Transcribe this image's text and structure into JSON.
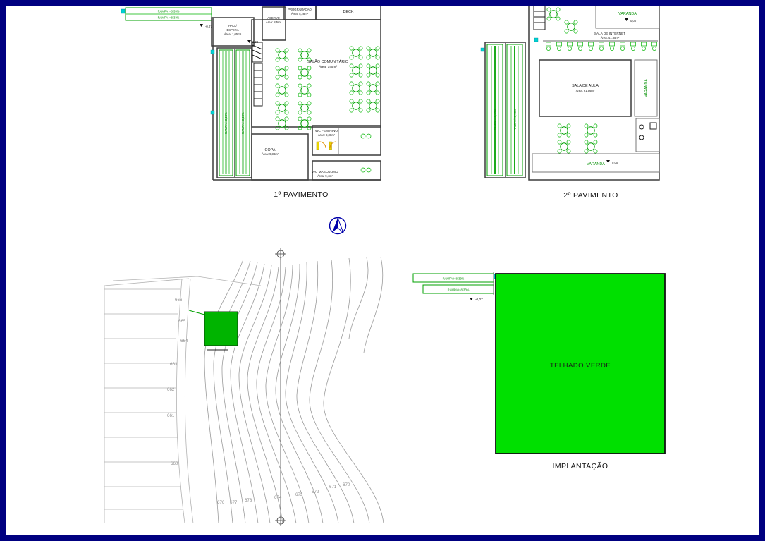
{
  "floor1": {
    "title": "1º PAVIMENTO",
    "salao_label": "SALÃO COMUNITÁRIO",
    "salao_area": "Área: 145m²",
    "copa_label": "COPA",
    "copa_area": "Área: 9,38m²",
    "wc_fem_label": "WC FEMININO",
    "wc_fem_area": "Área: 9,38m²",
    "wc_masc_label": "WC MASCULINO",
    "wc_masc_area": "Área: 9,4m²",
    "deck_label": "DECK",
    "deck_espera_l1": "HALL/",
    "deck_espera_l2": "ESPERA",
    "deck_espera_area": "Área: 1,05m²",
    "prog_label": "PROGRAMAÇÃO",
    "prog_area": "Área: 5,28m²",
    "analise_l1": "ACERVO",
    "analise_area": "Área: 8,5m²",
    "rampa_top_l1": "RAMPA i=8,33%",
    "rampa_top_l2": "RAMPA i=8,33%",
    "rampa_left_label": "RAMPA i=8,33%",
    "level_entrance": "-0,07",
    "level_hall": "0,00"
  },
  "floor2": {
    "title": "2º PAVIMENTO",
    "varanda_top": "VARANDA",
    "varanda_right": "VARANDA",
    "varanda_bottom": "VARANDA",
    "internet_label": "SALA DE INTERNET",
    "internet_area": "Área: 41,85m²",
    "aula_label": "SALA DE AULA",
    "aula_area": "Área: 61,56m²",
    "rampa_label": "RAMPA i=8,33%",
    "level_top": "0,00",
    "level_bottom": "0,00"
  },
  "site": {
    "contours_left": [
      "666",
      "665",
      "664",
      "663",
      "662",
      "661",
      "660"
    ],
    "contours_bottom": [
      "676",
      "677",
      "678",
      "674",
      "673",
      "672",
      "671",
      "670"
    ]
  },
  "implant": {
    "title": "IMPLANTAÇÃO",
    "roof_label": "TELHADO VERDE",
    "rampa_l1": "RAMPA i=8,33%",
    "rampa_l2": "RAMPA i=8,33%",
    "level": "-0,07"
  }
}
